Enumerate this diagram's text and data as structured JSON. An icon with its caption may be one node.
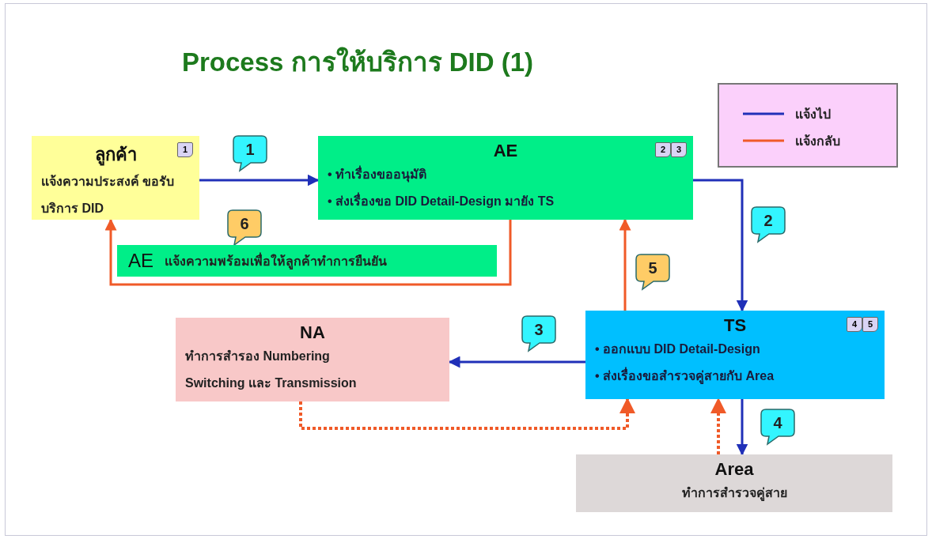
{
  "diagram": {
    "title": "Process การให้บริการ DID (1)",
    "nodes": [
      {
        "text": [
          "ลูกค้า",
          "1",
          "แจ้งความประสงค์ ขอรับบริการ DID"
        ]
      },
      {
        "text": [
          "AE",
          "2",
          "3",
          "• ทำเรื่องขออนุมัติ",
          "• ส่งเรื่องขอ DID Detail-Design มายัง **TS**"
        ]
      },
      {
        "text": [
          "AE",
          "แจ้งความพร้อมเพื่อให้ลูกค้าทำการยืนยัน"
        ]
      },
      {
        "text": [
          "NA",
          "ทำการสำรอง Numbering Switching และ Transmission"
        ]
      },
      {
        "text": [
          "TS",
          "4",
          "5",
          "• ออกแบบ DID Detail-Design",
          "• ส่งเรื่องขอสำรวจคู่สายกับ **Area**"
        ]
      },
      {
        "text": [
          "Area",
          "ทำการสำรวจคู่สาย"
        ]
      }
    ],
    "edges": [
      {
        "from": 0,
        "to": 1,
        "arrow": "to",
        "label": "1",
        "color": "#2030b8"
      },
      {
        "from": 1,
        "to": 4,
        "arrow": "to",
        "label": "2",
        "color": "#2030b8"
      },
      {
        "from": 4,
        "to": 3,
        "arrow": "to",
        "label": "3",
        "color": "#2030b8"
      },
      {
        "from": 4,
        "to": 5,
        "arrow": "to",
        "label": "4",
        "color": "#2030b8"
      },
      {
        "from": 4,
        "to": 1,
        "arrow": "to",
        "label": "5",
        "color": "#f05a28"
      },
      {
        "from": 1,
        "to": 0,
        "arrow": "to",
        "label": "6",
        "color": "#f05a28"
      },
      {
        "from": 3,
        "to": 4,
        "arrow": "to",
        "style": "dashed",
        "color": "#f05a28"
      },
      {
        "from": 5,
        "to": 4,
        "arrow": "to",
        "style": "dashed",
        "color": "#f05a28"
      }
    ],
    "legend": [
      {
        "text": "แจ้งไป",
        "color": "#2030b8"
      },
      {
        "text": "แจ้งกลับ",
        "color": "#f05a28"
      }
    ]
  }
}
